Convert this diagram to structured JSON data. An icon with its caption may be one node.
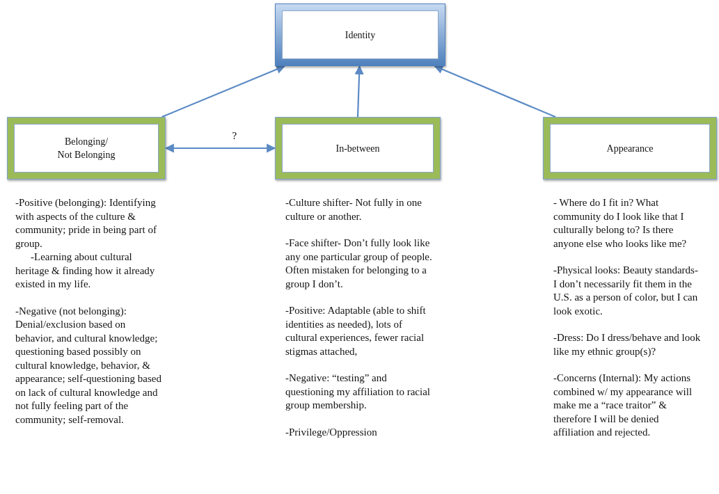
{
  "diagram": {
    "nodes": [
      {
        "text": [
          "Identity"
        ]
      },
      {
        "text": [
          "Belonging/ Not Belonging"
        ],
        "beside": [
          "-Positive (belonging): Identifying with aspects of the culture & community; pride in being part of group.",
          "-Learning about cultural heritage & finding how it already existed in my life.",
          "-Negative (not belonging): Denial/exclusion based on behavior, and cultural knowledge; questioning based possibly on cultural knowledge, behavior, & appearance; self-questioning based on lack of cultural knowledge and not fully feeling part of the community; self-removal."
        ]
      },
      {
        "text": [
          "In-between"
        ],
        "beside": [
          "-Culture shifter- Not fully in one culture or another.",
          "-Face shifter- Don’t fully look like any one particular group of people. Often mistaken for belonging to a group I don’t.",
          "-Positive: Adaptable (able to shift identities as needed), lots of cultural experiences, fewer racial stigmas attached,",
          "-Negative: “testing” and questioning my affiliation to racial group membership.",
          "-Privilege/Oppression"
        ]
      },
      {
        "text": [
          "Appearance"
        ],
        "beside": [
          "- Where do I fit in?  What community do I look like that I culturally belong to? Is there anyone else who looks like me?",
          "-Physical looks: Beauty standards- I don’t necessarily fit them in the U.S. as a person of color, but I can look exotic.",
          "-Dress:  Do I dress/behave and look like my ethnic group(s)?",
          "-Concerns (Internal): My actions combined w/ my appearance will make me a “race traitor” & therefore I will be denied affiliation and rejected."
        ]
      }
    ],
    "edges": [
      {
        "from": 1,
        "to": 0,
        "arrow": "to"
      },
      {
        "from": 2,
        "to": 0,
        "arrow": "to"
      },
      {
        "from": 3,
        "to": 0,
        "arrow": "to"
      },
      {
        "from": 1,
        "to": 2,
        "arrow": "both",
        "label": "?"
      }
    ]
  }
}
